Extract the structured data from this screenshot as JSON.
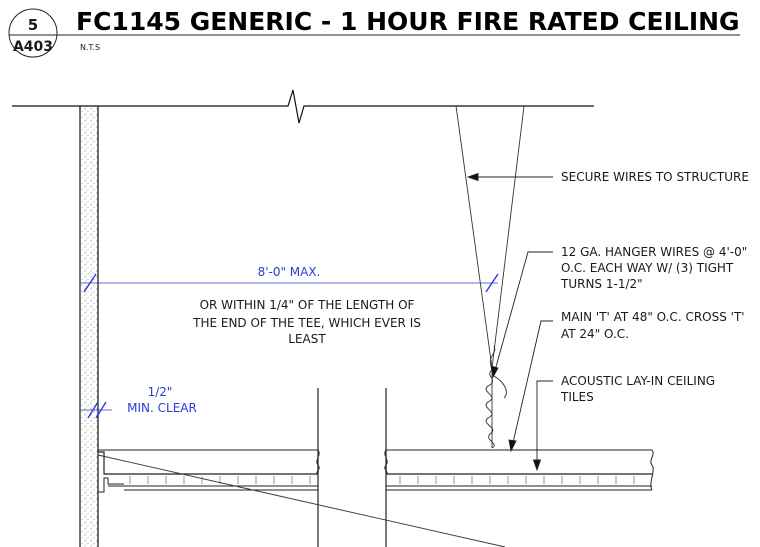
{
  "header": {
    "detail_number": "5",
    "sheet_number": "A403",
    "title": "FC1145 GENERIC - 1 HOUR FIRE RATED CEILING",
    "scale": "N.T.S"
  },
  "notes": {
    "secure_wires": "SECURE WIRES TO STRUCTURE",
    "hanger_wires": [
      "12 GA. HANGER WIRES @ 4'-0\"",
      "O.C. EACH WAY W/ (3) TIGHT",
      "TURNS 1-1/2\""
    ],
    "main_tee": [
      "MAIN 'T' AT 48\" O.C. CROSS 'T'",
      "AT 24\" O.C."
    ],
    "acoustic_tiles": [
      "ACOUSTIC LAY-IN CEILING",
      "TILES"
    ]
  },
  "dimensions": {
    "span": "8'-0\" MAX.",
    "span_note": [
      "OR WITHIN 1/4\" OF THE LENGTH OF",
      "THE END OF THE TEE, WHICH EVER IS",
      "LEAST"
    ],
    "clearance": [
      "1/2\"",
      "MIN. CLEAR"
    ]
  },
  "colors": {
    "line": "#1a1a1a",
    "dimension": "#2b3bd6",
    "background": "#ffffff"
  }
}
